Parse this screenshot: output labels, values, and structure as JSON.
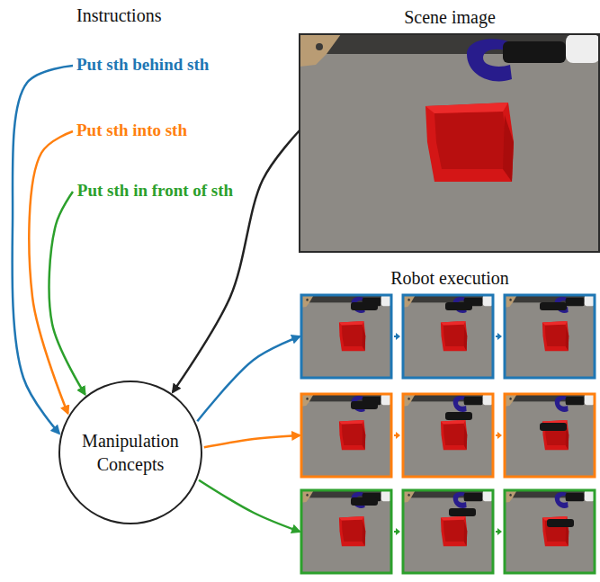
{
  "diagram": {
    "nodes": [
      {
        "text": [
          "Put sth behind sth"
        ]
      },
      {
        "text": [
          "Put sth into sth"
        ]
      },
      {
        "text": [
          "Put sth in front of sth"
        ]
      },
      {
        "text": [
          "Manipulation Concepts"
        ]
      },
      {
        "text": [
          "Scene image"
        ]
      },
      {
        "text": [
          "Robot execution"
        ]
      }
    ],
    "edges": [
      {
        "from": 0,
        "to": 3,
        "arrow": "to"
      },
      {
        "from": 1,
        "to": 3,
        "arrow": "to"
      },
      {
        "from": 2,
        "to": 3,
        "arrow": "to"
      },
      {
        "from": 4,
        "to": 3,
        "arrow": "to"
      },
      {
        "from": 3,
        "to": 5,
        "arrow": "to"
      },
      {
        "from": 3,
        "to": 5,
        "arrow": "to"
      },
      {
        "from": 3,
        "to": 5,
        "arrow": "to"
      }
    ],
    "labels": [
      "Instructions"
    ]
  }
}
